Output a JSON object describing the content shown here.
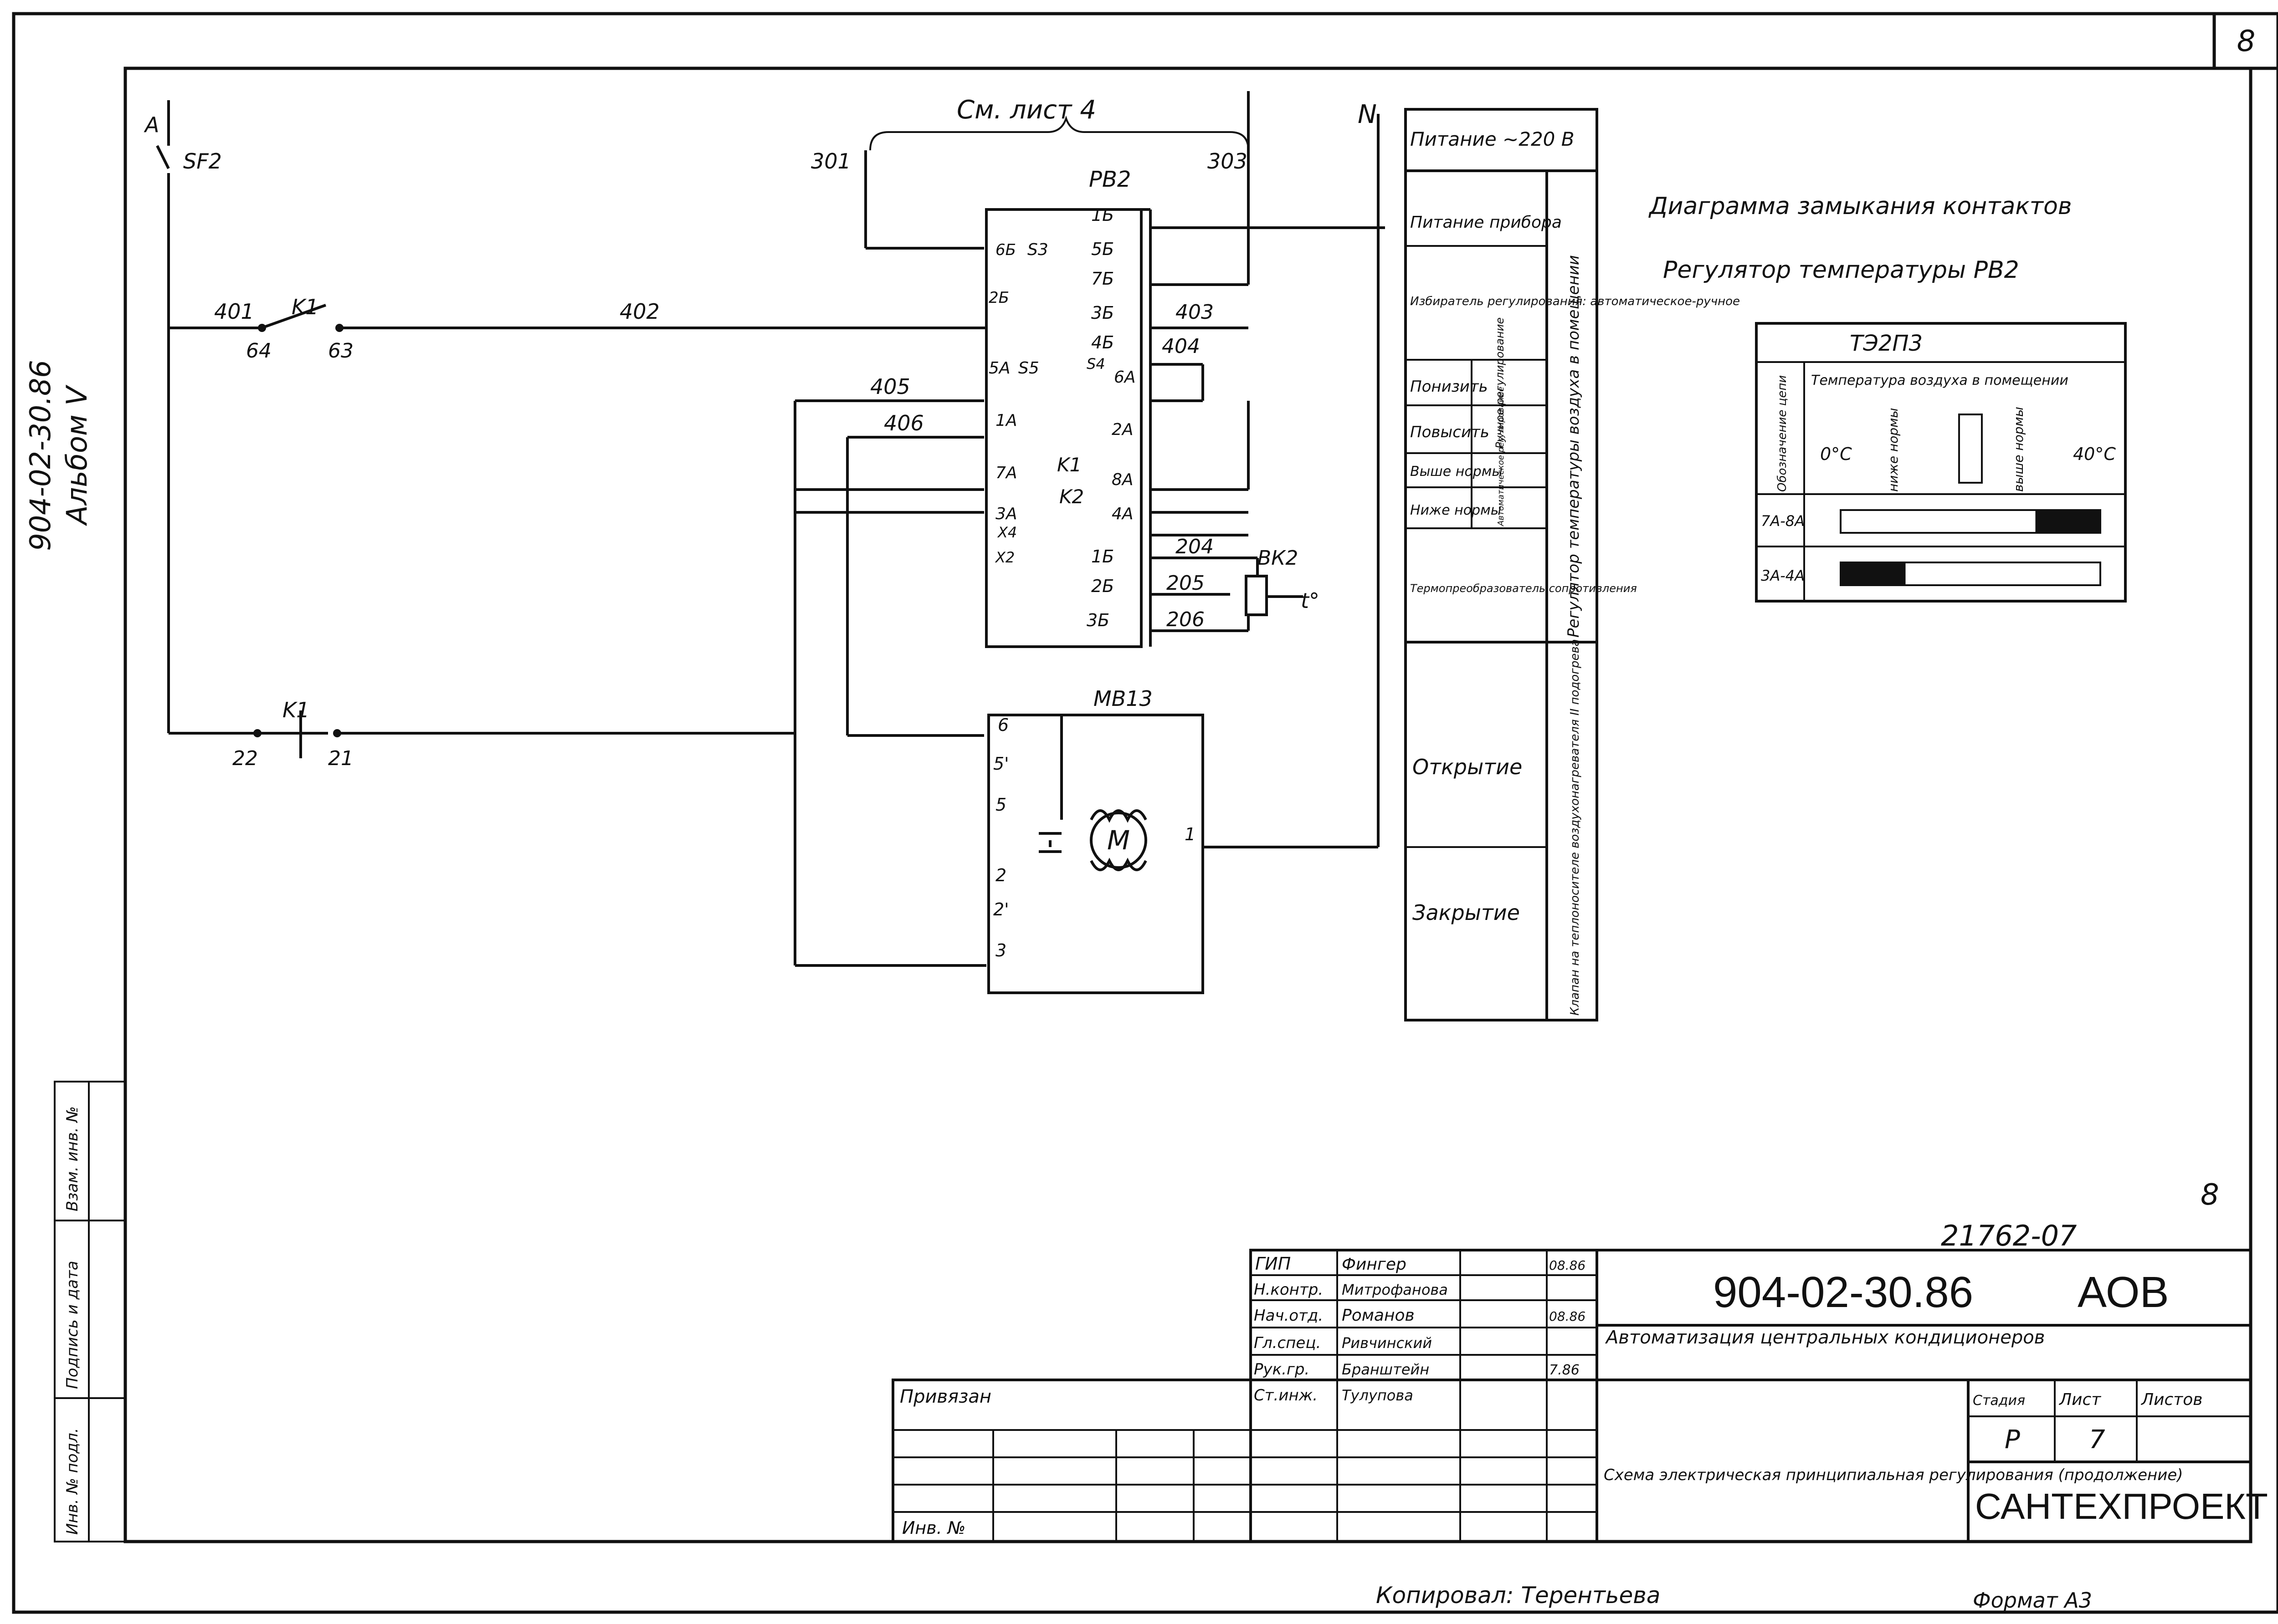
{
  "sheet": {
    "page_number": "8",
    "page_number_lower": "8",
    "doc_code_rotated": "904-02-30.86",
    "album": "Альбом V",
    "copied_by": "Копировал: Терентьева",
    "format": "Формат А3",
    "stamp_number": "21762-07"
  },
  "schematic": {
    "see_sheet": "См. лист 4",
    "phase": "A",
    "neutral": "N",
    "breaker": "SF2",
    "relay_k1": "K1",
    "relay_k2": "K2",
    "rv2": "РВ2",
    "mv13": "МВ13",
    "sensor": "ВК2",
    "temp": "t°",
    "motor": "M",
    "wires": [
      "301",
      "303",
      "401",
      "402",
      "403",
      "404",
      "405",
      "406",
      "204",
      "205",
      "206"
    ],
    "contacts_left_top": [
      "64",
      "63"
    ],
    "contacts_left_bottom": [
      "22",
      "21"
    ],
    "terminals_b": [
      "1Б",
      "5Б",
      "7Б",
      "3Б",
      "4Б",
      "6Б",
      "2Б"
    ],
    "terminals_a": [
      "5А",
      "6А",
      "1А",
      "2А",
      "7А",
      "8А",
      "3А",
      "4А"
    ],
    "terminals_x": [
      "Х4",
      "Х2"
    ],
    "switches": [
      "S3",
      "S5",
      "S4"
    ],
    "sensor_pins": [
      "1Б",
      "2Б",
      "3Б"
    ],
    "mv_pins": [
      "6",
      "5'",
      "5",
      "1",
      "2",
      "2'",
      "3"
    ]
  },
  "legend_table": {
    "header": "Питание ~220 В",
    "rows": [
      "Питание прибора",
      "Избиратель регулирования: автоматическое-ручное",
      "Понизить",
      "Повысить",
      "Выше нормы",
      "Ниже нормы",
      "Термопреобразователь сопротивления",
      "Открытие",
      "Закрытие"
    ],
    "mid_labels": [
      "Ручное регулирование",
      "Автоматическое регулирование"
    ],
    "group_1": "Регулятор температуры воздуха в помещении",
    "group_2": "Клапан на теплоносителе воздухонагревателя II подогрева"
  },
  "contact_diagram": {
    "title": "Диаграмма замыкания контактов",
    "subtitle": "Регулятор температуры РВ2",
    "device": "ТЭ2П3",
    "col_header": "Температура воздуха в помещении",
    "row_header": "Обозначение цепи",
    "scale_min": "0°С",
    "below": "ниже нормы",
    "above": "выше нормы",
    "scale_max": "40°С",
    "rows": [
      {
        "circuit": "7А-8А",
        "closed_from": 0.75,
        "closed_to": 1.0
      },
      {
        "circuit": "3А-4А",
        "closed_from": 0.0,
        "closed_to": 0.25
      }
    ]
  },
  "title_block": {
    "doc_code": "904-02-30.86",
    "section": "АОВ",
    "project_title": "Автоматизация центральных кондиционеров",
    "drawing_title": "Схема электрическая принципиальная регулирования (продолжение)",
    "company": "САНТЕХПРОЕКТ",
    "stage_label": "Стадия",
    "sheet_label": "Лист",
    "sheets_label": "Листов",
    "stage": "Р",
    "sheet": "7",
    "linked": "Привязан",
    "inv_no": "Инв. №",
    "roles": [
      {
        "role": "ГИП",
        "name": "Фингер",
        "date": "08.86"
      },
      {
        "role": "Н.контр.",
        "name": "Митрофанова",
        "date": ""
      },
      {
        "role": "Нач.отд.",
        "name": "Романов",
        "date": "08.86"
      },
      {
        "role": "Гл.спец.",
        "name": "Ривчинский",
        "date": ""
      },
      {
        "role": "Рук.гр.",
        "name": "Бранштейн",
        "date": "7.86"
      },
      {
        "role": "Ст.инж.",
        "name": "Тулупова",
        "date": ""
      }
    ]
  },
  "side_strip": [
    "Взам. инв. №",
    "Подпись и дата",
    "Инв. № подл."
  ]
}
